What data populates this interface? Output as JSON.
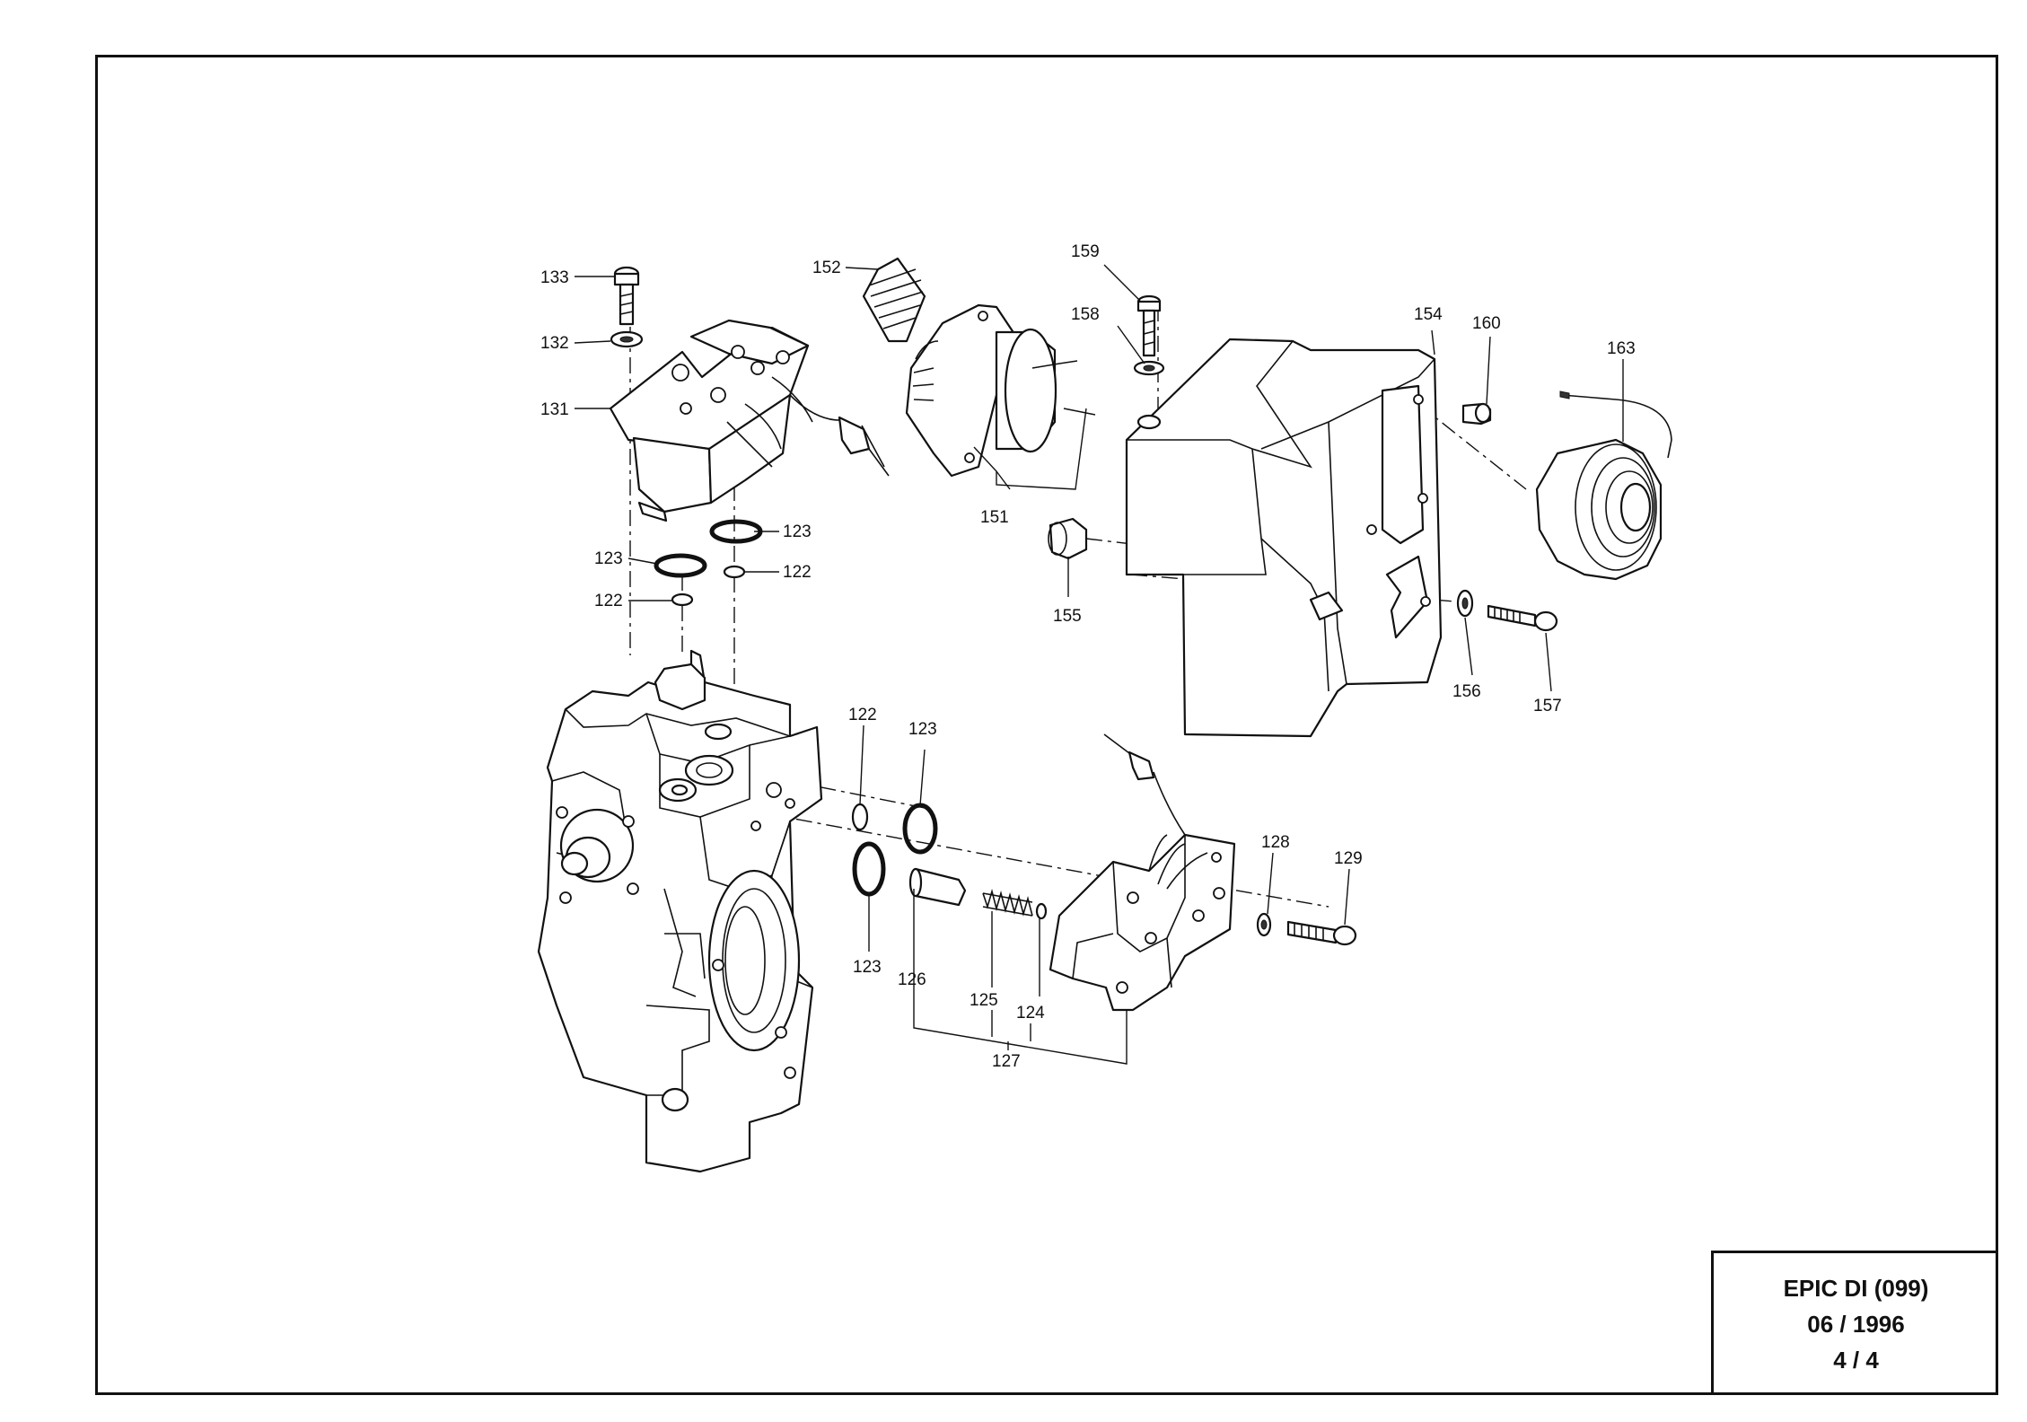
{
  "title_block": {
    "model": "EPIC DI  (099)",
    "date": "06 / 1996",
    "page": "4 / 4"
  },
  "part_labels": {
    "p122a": "122",
    "p122b": "122",
    "p122c": "122",
    "p123a": "123",
    "p123b": "123",
    "p123c": "123",
    "p123d": "123",
    "p124": "124",
    "p125": "125",
    "p126": "126",
    "p127": "127",
    "p128": "128",
    "p129": "129",
    "p131": "131",
    "p132": "132",
    "p133": "133",
    "p151": "151",
    "p152": "152",
    "p154": "154",
    "p155": "155",
    "p156": "156",
    "p157": "157",
    "p158": "158",
    "p159": "159",
    "p160": "160",
    "p163": "163"
  }
}
